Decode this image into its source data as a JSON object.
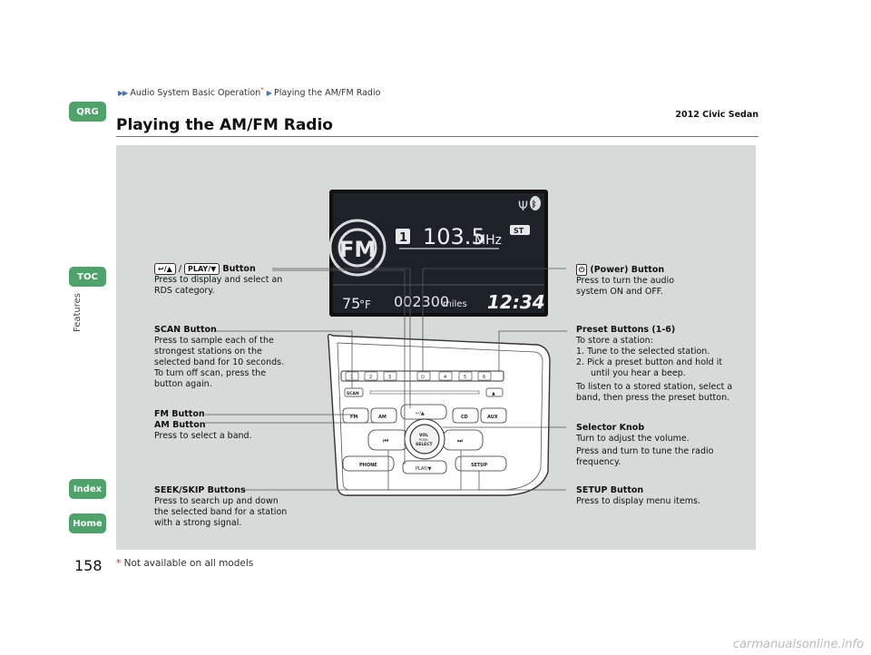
{
  "nav": {
    "qrg": "QRG",
    "toc": "TOC",
    "index": "Index",
    "home": "Home",
    "section": "Features"
  },
  "breadcrumb": {
    "part1": "Audio System Basic Operation",
    "star": "*",
    "part2": "Playing the AM/FM Radio"
  },
  "model": "2012 Civic Sedan",
  "title": "Playing the AM/FM Radio",
  "page_number": "158",
  "footnote": {
    "star": "*",
    "text": "Not available on all models"
  },
  "display": {
    "preset": "1",
    "frequency": "103.5",
    "unit": "MHz",
    "stereo": "ST",
    "band": "FM",
    "temp": "75",
    "temp_unit": "°F",
    "odometer": "002300",
    "odo_unit": "miles",
    "clock": "12:34"
  },
  "panel_buttons": {
    "presets": [
      "1",
      "2",
      "3",
      "4",
      "5",
      "6"
    ],
    "scan": "SCAN",
    "fm": "FM",
    "am": "AM",
    "cd": "CD",
    "aux": "AUX",
    "phone": "PHONE",
    "setup": "SETUP",
    "play": "PLAY/▼",
    "back": "↩/▲",
    "knob_l1": "VOL",
    "knob_l2": "PUSH",
    "knob_l3": "SELECT"
  },
  "labels": {
    "rds_glyph1": "↩/▲",
    "rds_sep": "/",
    "rds_glyph2": "PLAY/▼",
    "rds_title": "Button",
    "rds_desc": "Press to display and select an RDS category.",
    "power_title": "(Power) Button",
    "power_desc1": "Press to turn the audio",
    "power_desc2": "system ON and OFF.",
    "scan_title": "SCAN Button",
    "scan_desc": "Press to sample each of the strongest stations on the selected band for 10 seconds. To turn off scan, press the button again.",
    "preset_title": "Preset Buttons (1-6)",
    "preset_l1": "To store a station:",
    "preset_l2": "1.  Tune to the selected station.",
    "preset_l3": "2.  Pick a preset button and hold it",
    "preset_l4": "until you hear a beep.",
    "preset_l5": "To listen to a stored station, select a band, then press the preset button.",
    "fm_title": "FM Button",
    "am_title": "AM Button",
    "fmam_desc": "Press to select a band.",
    "knob_title": "Selector Knob",
    "knob_d1": "Turn to adjust the volume.",
    "knob_d2": "Press and turn to tune the radio frequency.",
    "seek_title": "SEEK/SKIP Buttons",
    "seek_desc": "Press to search up and down the selected band for a station with a strong signal.",
    "setup_title": "SETUP Button",
    "setup_desc": "Press to display menu items."
  },
  "watermark": "carmanualsonline.info"
}
